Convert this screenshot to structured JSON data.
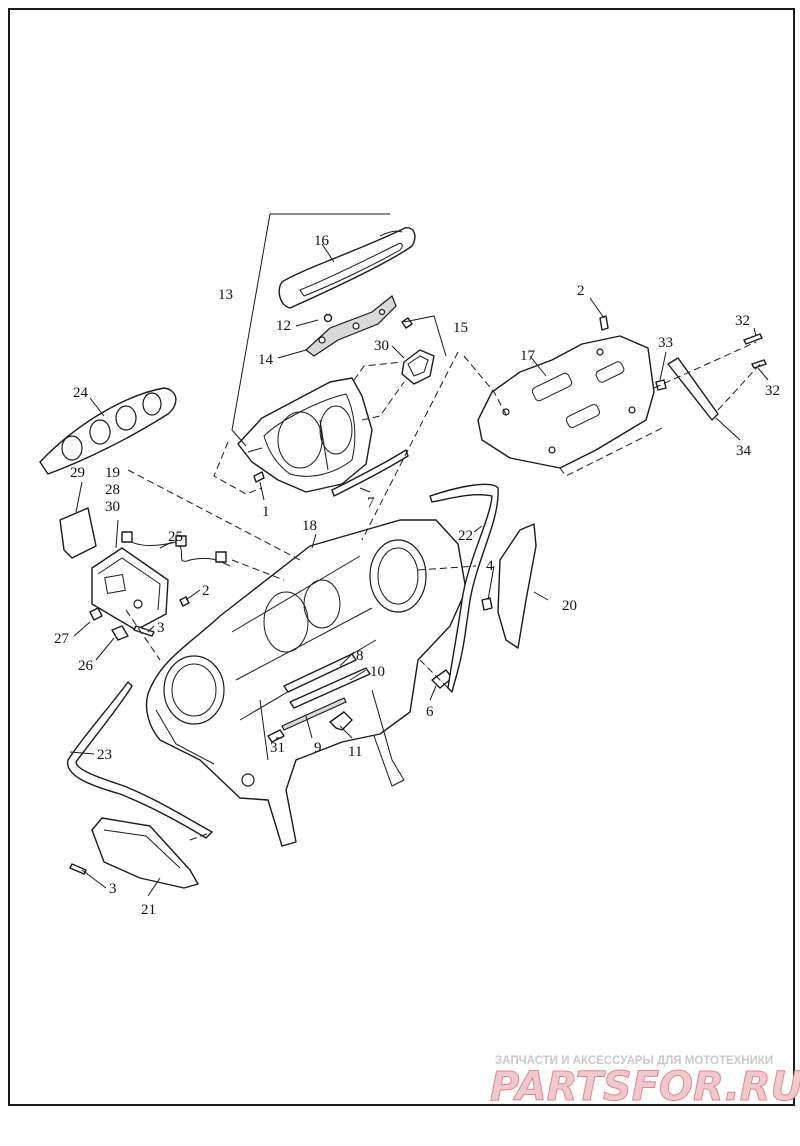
{
  "callouts": {
    "n1": "1",
    "n2a": "2",
    "n2b": "2",
    "n3a": "3",
    "n3b": "3",
    "n4": "4",
    "n6": "6",
    "n7": "7",
    "n8": "8",
    "n9": "9",
    "n10": "10",
    "n11": "11",
    "n12": "12",
    "n13": "13",
    "n14": "14",
    "n15": "15",
    "n16": "16",
    "n17": "17",
    "n18": "18",
    "n19": "19",
    "n28": "28",
    "n30a": "30",
    "n20": "20",
    "n21": "21",
    "n22": "22",
    "n23": "23",
    "n24": "24",
    "n25": "25",
    "n26": "26",
    "n27": "27",
    "n29": "29",
    "n30b": "30",
    "n31": "31",
    "n32a": "32",
    "n32b": "32",
    "n33": "33",
    "n34": "34"
  },
  "watermark": {
    "tagline": "ЗАПЧАСТИ И АКСЕССУАРЫ ДЛЯ МОТОТЕХНИКИ",
    "logo": "PARTSFOR.RU"
  }
}
